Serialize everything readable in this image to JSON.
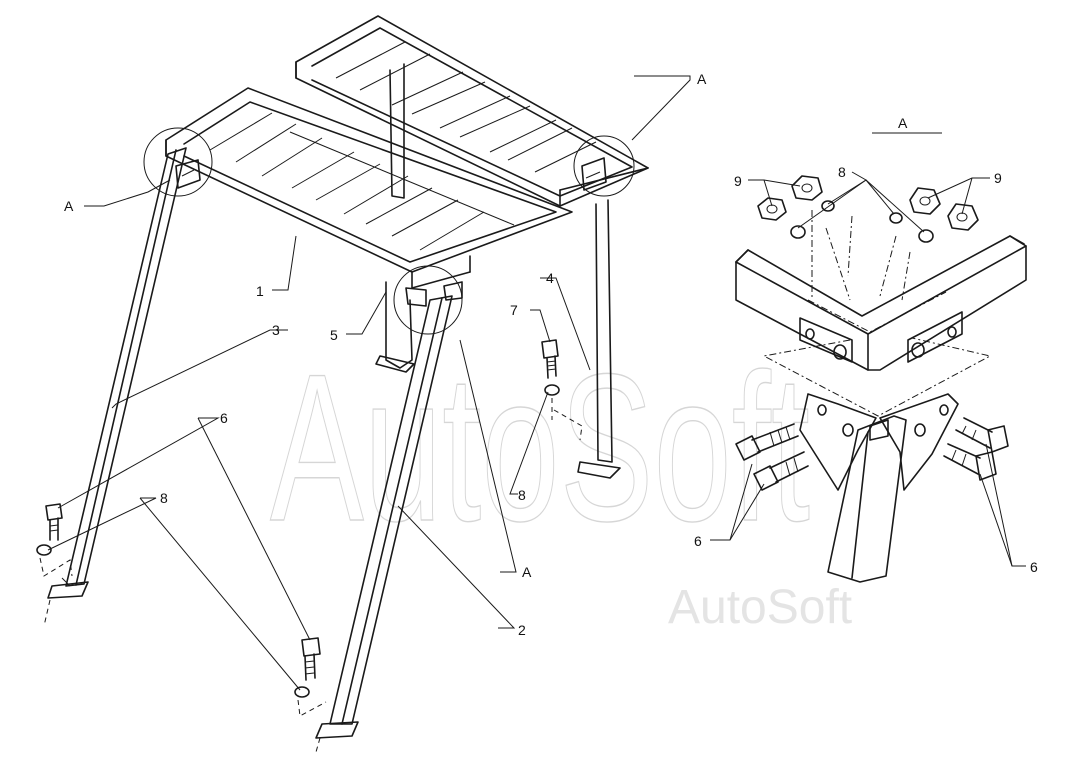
{
  "watermark": {
    "large": "AutoSoft",
    "small": "AutoSoft"
  },
  "detail_title": "A",
  "callouts": {
    "A_top_right": "A",
    "A_left": "A",
    "A_bottom": "A",
    "p1": "1",
    "p2": "2",
    "p3": "3",
    "p4": "4",
    "p5": "5",
    "p6_left": "6",
    "p7": "7",
    "p8_left": "8",
    "p8_mid": "8",
    "p9_left": "9",
    "p9_right": "9",
    "p8_detail": "8",
    "p6_detail_left": "6",
    "p6_detail_right": "6"
  }
}
